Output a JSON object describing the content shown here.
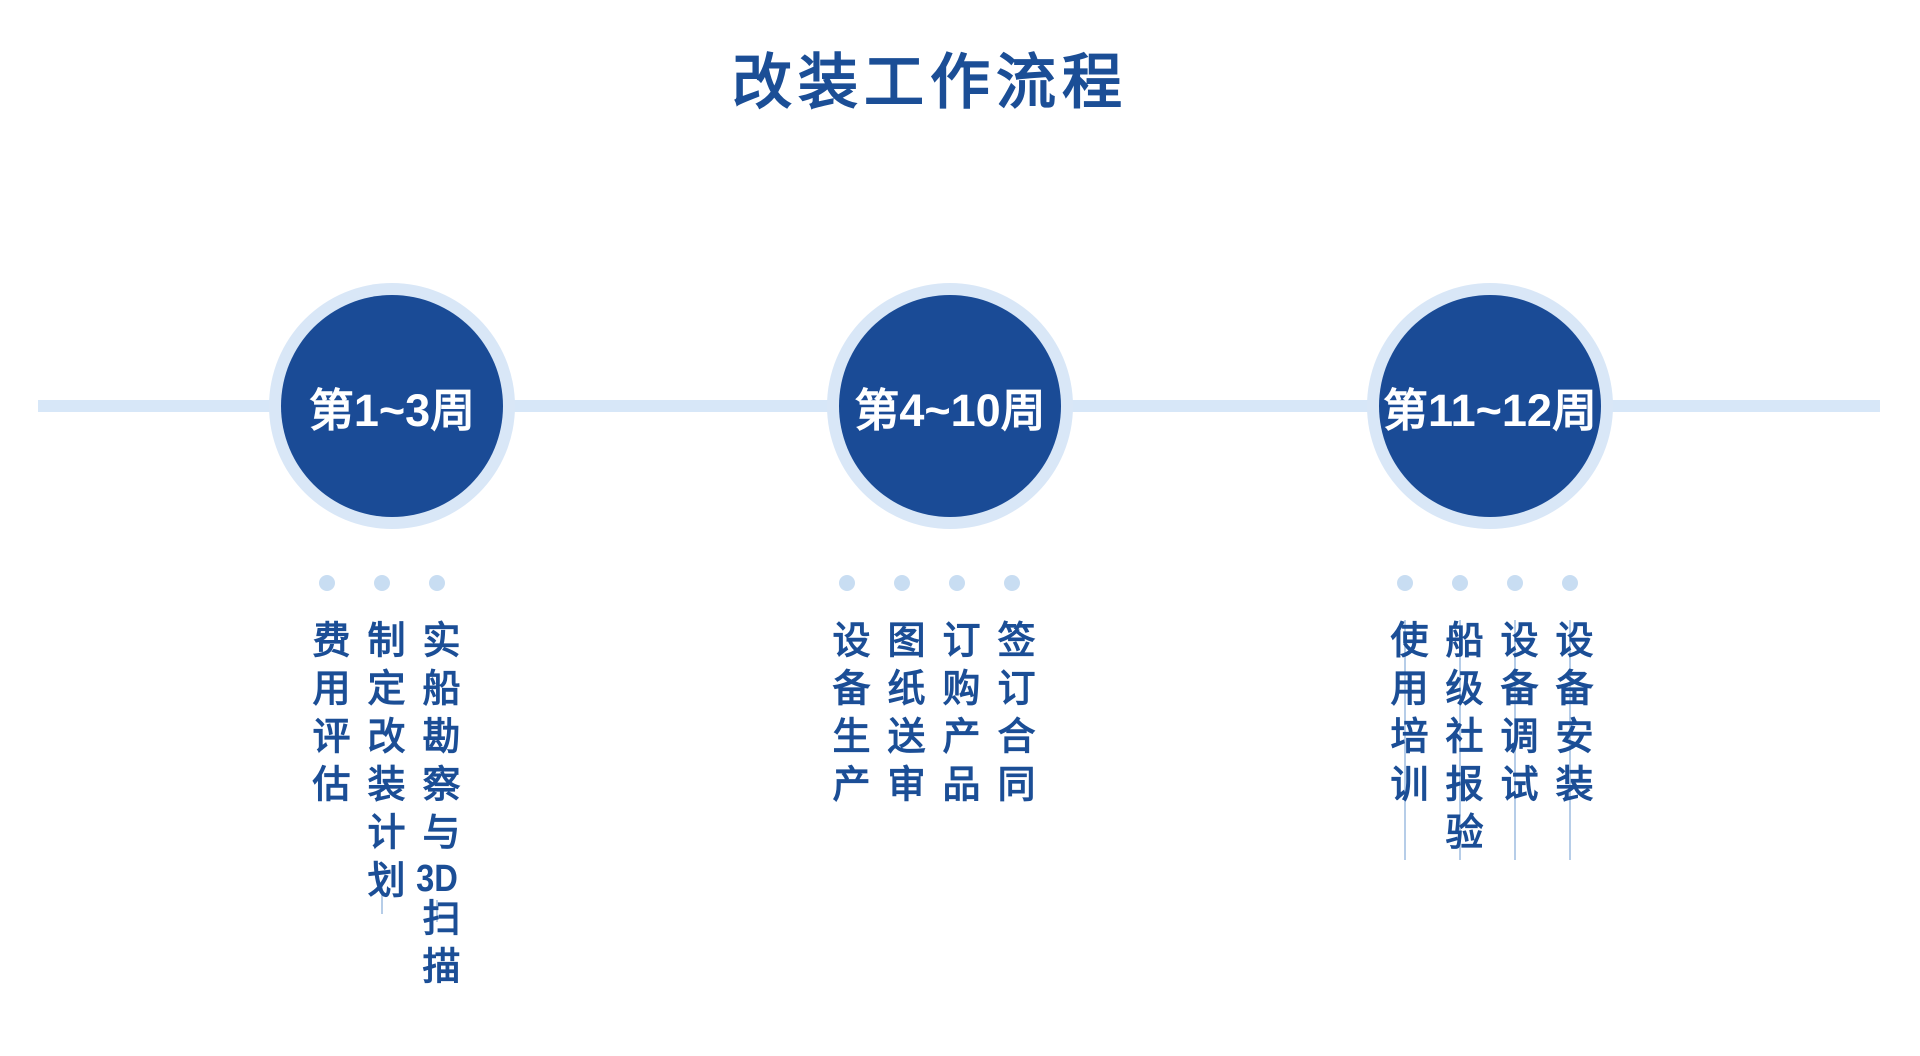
{
  "title": "改装工作流程",
  "timeline": {
    "nodes": [
      {
        "label": "第1~3周",
        "items": [
          {
            "pre": "实船勘察与",
            "tcy": "3D",
            "post": "扫描"
          },
          {
            "pre": "制定改装计划"
          },
          {
            "pre": "费用评估"
          }
        ]
      },
      {
        "label": "第4~10周",
        "items": [
          {
            "pre": "签订合同"
          },
          {
            "pre": "订购产品"
          },
          {
            "pre": "图纸送审"
          },
          {
            "pre": "设备生产"
          }
        ]
      },
      {
        "label": "第11~12周",
        "items": [
          {
            "pre": "设备安装"
          },
          {
            "pre": "设备调试"
          },
          {
            "pre": "船级社报验"
          },
          {
            "pre": "使用培训"
          }
        ]
      }
    ]
  },
  "colors": {
    "primary_text": "#1b4e96",
    "circle_fill": "#1a4b96",
    "circle_ring": "#d9e7f7",
    "timeline_line": "#d7e7f8",
    "bullet_dot": "#c8ddf2",
    "leader_line": "#b6cde8",
    "label_text": "#ffffff"
  }
}
